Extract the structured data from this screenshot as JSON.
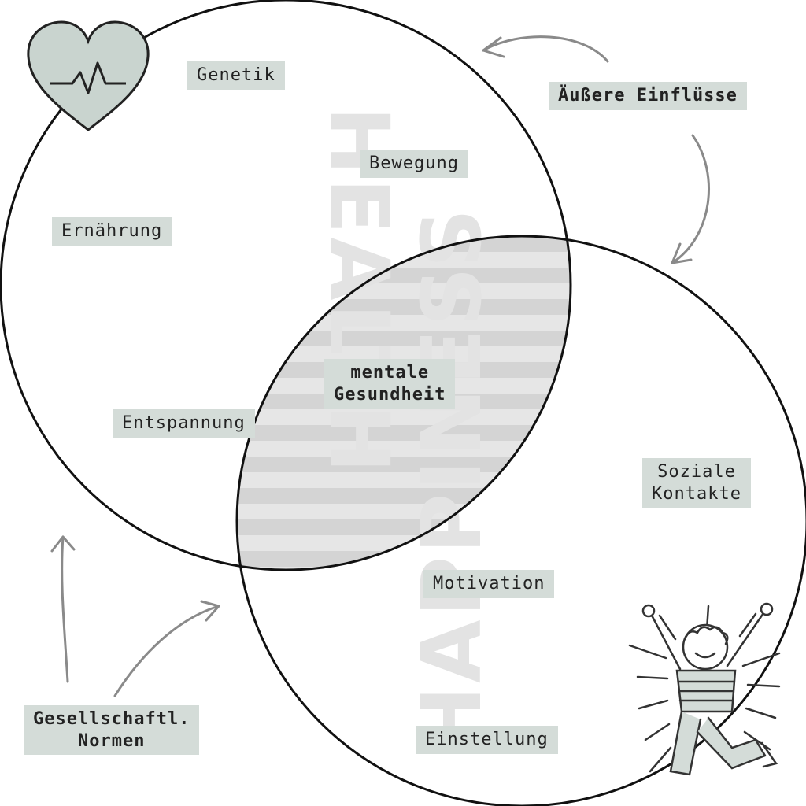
{
  "watermark": {
    "word1": "HEALTH",
    "word2": "HAPPINESS"
  },
  "labels": {
    "genetik": "Genetik",
    "bewegung": "Bewegung",
    "ernaehrung": "Ernährung",
    "entspannung": "Entspannung",
    "mentale_1": "mentale",
    "mentale_2": "Gesundheit",
    "soziale_1": "Soziale",
    "soziale_2": "Kontakte",
    "motivation": "Motivation",
    "einstellung": "Einstellung",
    "aeussere": "Äußere Einflüsse",
    "gesellschaft_1": "Gesellschaftl.",
    "gesellschaft_2": "Normen"
  },
  "colors": {
    "tag_bg": "#d4dcd8",
    "heart": "#c9d4cf",
    "overlap_stripe_a": "#e4e4e4",
    "overlap_stripe_b": "#d2d2d2",
    "watermark": "#e6e6e6",
    "arrow": "#8a8a8a",
    "outline": "#111111"
  },
  "icons": [
    "heartbeat-heart-icon",
    "jumping-person-illustration"
  ]
}
